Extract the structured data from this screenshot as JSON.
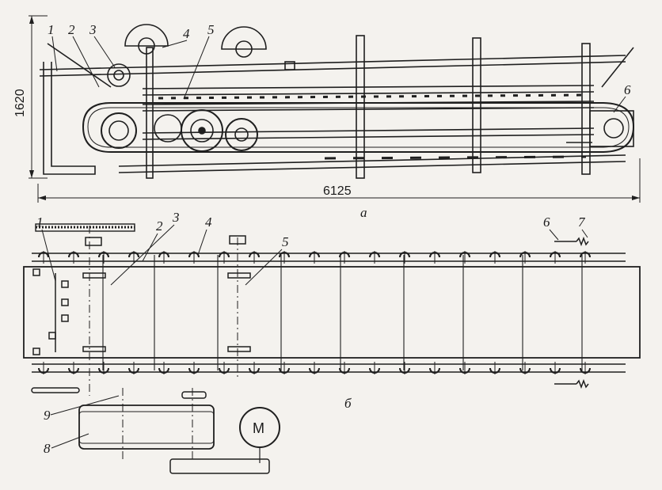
{
  "view_a": {
    "caption": "а",
    "height_dim": "1620",
    "length_dim": "6125",
    "callouts": [
      "1",
      "2",
      "3",
      "4",
      "5",
      "6"
    ]
  },
  "view_b": {
    "caption": "б",
    "callouts": [
      "1",
      "2",
      "3",
      "4",
      "5",
      "6",
      "7",
      "8",
      "9"
    ],
    "motor_label": "М"
  }
}
